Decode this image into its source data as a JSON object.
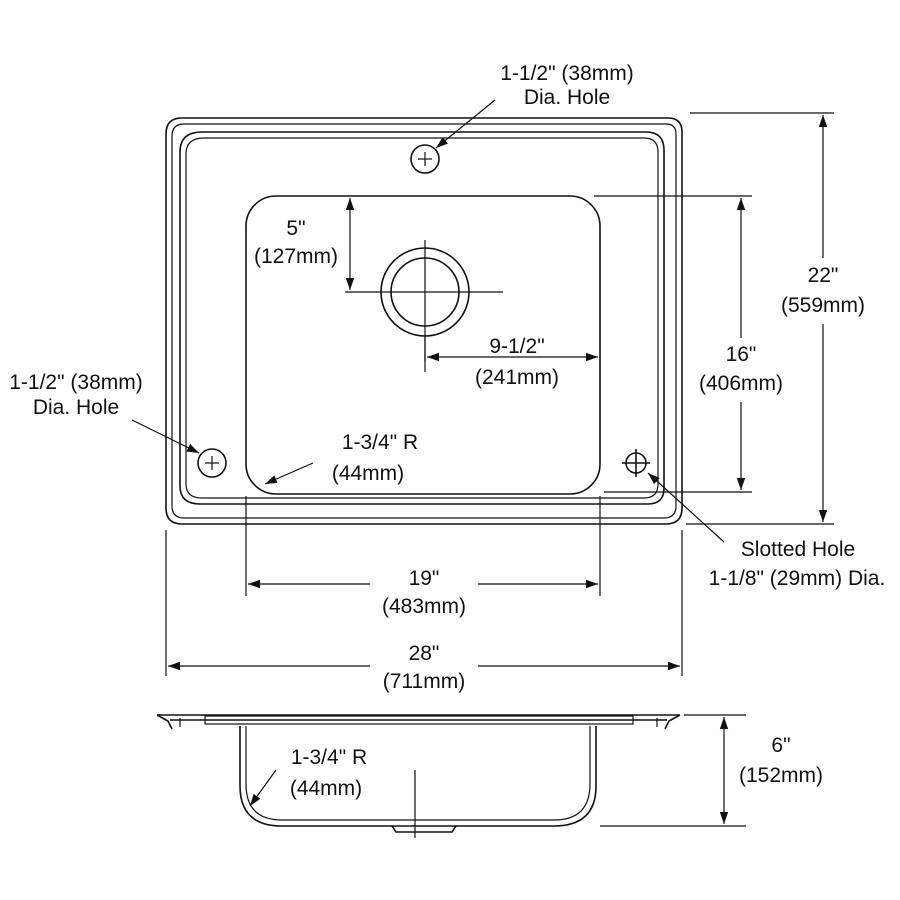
{
  "top_faucet_hole": {
    "size": "1-1/2\" (38mm)",
    "label": "Dia. Hole"
  },
  "left_faucet_hole": {
    "size": "1-1/2\" (38mm)",
    "label": "Dia. Hole"
  },
  "drain_offset": {
    "inches": "5\"",
    "mm": "(127mm)"
  },
  "drain_to_side": {
    "inches": "9-1/2\"",
    "mm": "(241mm)"
  },
  "bowl_length": {
    "inches": "16\"",
    "mm": "(406mm)"
  },
  "overall_length": {
    "inches": "22\"",
    "mm": "(559mm)"
  },
  "bowl_corner_radius": {
    "inches": "1-3/4\" R",
    "mm": "(44mm)"
  },
  "slotted_hole": {
    "label": "Slotted Hole",
    "size": "1-1/8\" (29mm) Dia."
  },
  "bowl_width": {
    "inches": "19\"",
    "mm": "(483mm)"
  },
  "overall_width": {
    "inches": "28\"",
    "mm": "(711mm)"
  },
  "section_corner_radius": {
    "inches": "1-3/4\" R",
    "mm": "(44mm)"
  },
  "bowl_depth": {
    "inches": "6\"",
    "mm": "(152mm)"
  }
}
